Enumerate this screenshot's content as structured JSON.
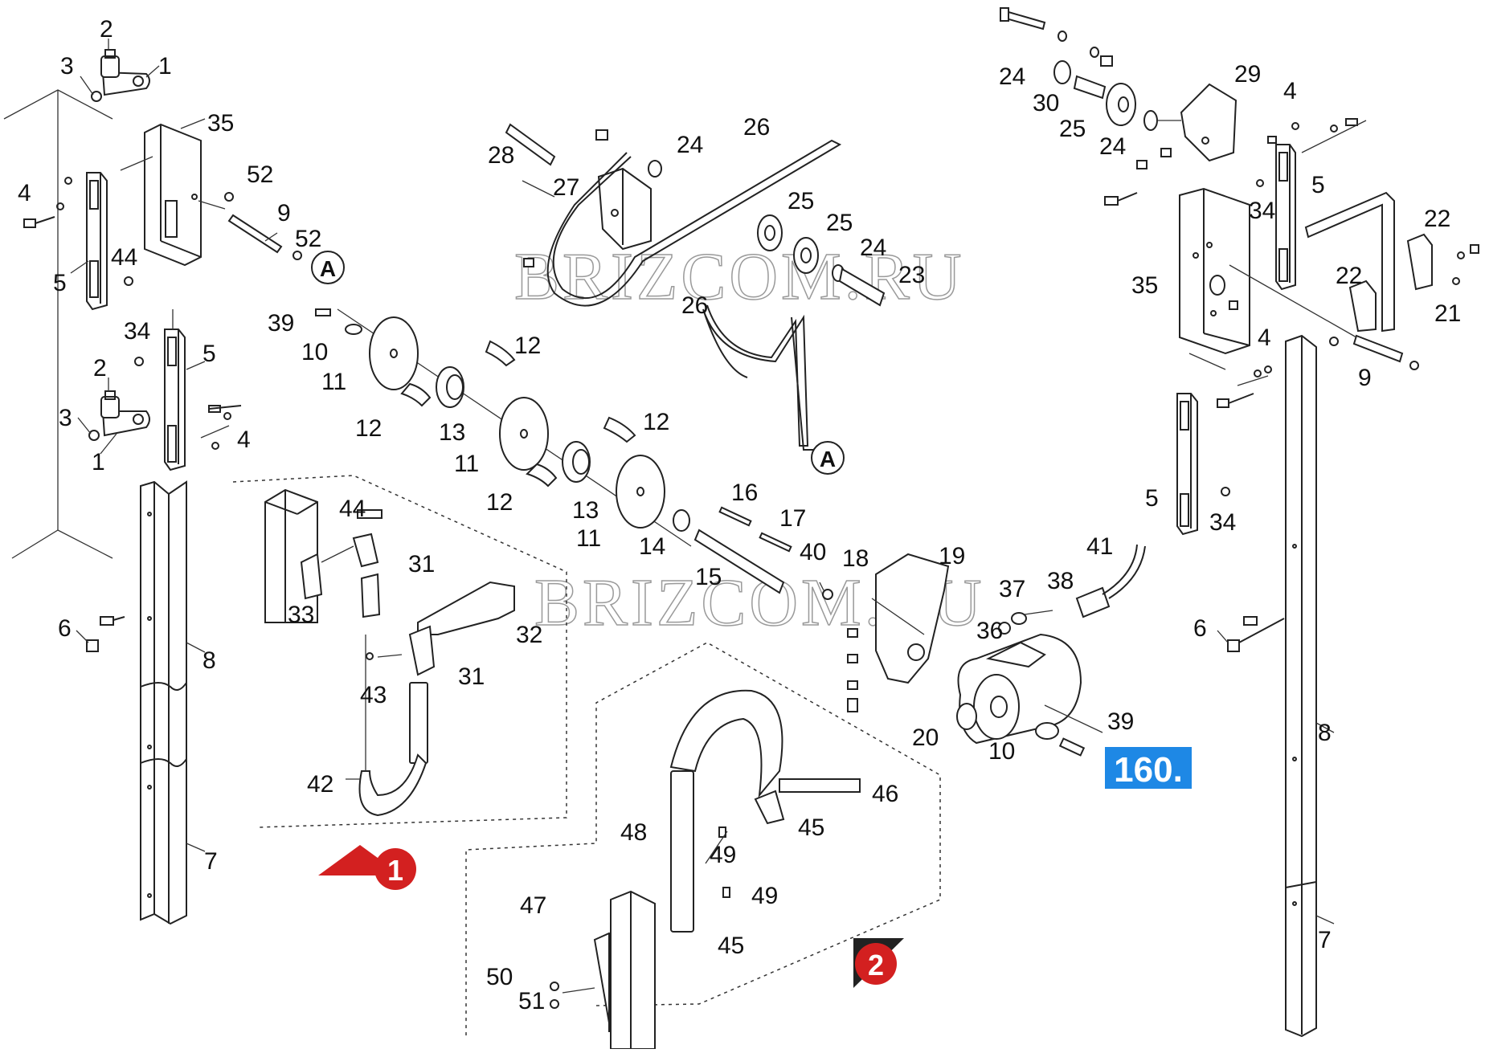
{
  "watermark": "BRIZCOM.RU",
  "page_badge": "160.",
  "detail_callouts": {
    "detail_1": "1",
    "detail_2": "2"
  },
  "circle_refs": {
    "ref_a": "A"
  },
  "colors": {
    "badge": "#1e88e5",
    "callout_red": "#d32020"
  },
  "part_labels": [
    {
      "id": "l01",
      "text": "2"
    },
    {
      "id": "l02",
      "text": "3"
    },
    {
      "id": "l03",
      "text": "1"
    },
    {
      "id": "l04",
      "text": "35"
    },
    {
      "id": "l05",
      "text": "4"
    },
    {
      "id": "l06",
      "text": "52"
    },
    {
      "id": "l07",
      "text": "9"
    },
    {
      "id": "l08",
      "text": "52"
    },
    {
      "id": "l09",
      "text": "44"
    },
    {
      "id": "l10",
      "text": "5"
    },
    {
      "id": "l11",
      "text": "34"
    },
    {
      "id": "l12",
      "text": "5"
    },
    {
      "id": "l13",
      "text": "2"
    },
    {
      "id": "l14",
      "text": "3"
    },
    {
      "id": "l15",
      "text": "4"
    },
    {
      "id": "l16",
      "text": "1"
    },
    {
      "id": "l17",
      "text": "6"
    },
    {
      "id": "l18",
      "text": "8"
    },
    {
      "id": "l19",
      "text": "7"
    },
    {
      "id": "l20",
      "text": "39"
    },
    {
      "id": "l21",
      "text": "10"
    },
    {
      "id": "l22",
      "text": "11"
    },
    {
      "id": "l23",
      "text": "12"
    },
    {
      "id": "l24",
      "text": "12"
    },
    {
      "id": "l25",
      "text": "13"
    },
    {
      "id": "l26",
      "text": "11"
    },
    {
      "id": "l27",
      "text": "12"
    },
    {
      "id": "l28",
      "text": "12"
    },
    {
      "id": "l29",
      "text": "13"
    },
    {
      "id": "l30",
      "text": "11"
    },
    {
      "id": "l31",
      "text": "14"
    },
    {
      "id": "l32",
      "text": "28"
    },
    {
      "id": "l33",
      "text": "27"
    },
    {
      "id": "l34",
      "text": "24"
    },
    {
      "id": "l35",
      "text": "26"
    },
    {
      "id": "l36",
      "text": "25"
    },
    {
      "id": "l37",
      "text": "25"
    },
    {
      "id": "l38",
      "text": "24"
    },
    {
      "id": "l39",
      "text": "23"
    },
    {
      "id": "l40",
      "text": "26"
    },
    {
      "id": "l41",
      "text": "16"
    },
    {
      "id": "l42",
      "text": "17"
    },
    {
      "id": "l43",
      "text": "15"
    },
    {
      "id": "l44",
      "text": "40"
    },
    {
      "id": "l45",
      "text": "18"
    },
    {
      "id": "l46",
      "text": "19"
    },
    {
      "id": "l47",
      "text": "41"
    },
    {
      "id": "l48",
      "text": "37"
    },
    {
      "id": "l49",
      "text": "38"
    },
    {
      "id": "l50",
      "text": "36"
    },
    {
      "id": "l51",
      "text": "20"
    },
    {
      "id": "l52",
      "text": "10"
    },
    {
      "id": "l53",
      "text": "39"
    },
    {
      "id": "l54",
      "text": "44"
    },
    {
      "id": "l55",
      "text": "31"
    },
    {
      "id": "l56",
      "text": "33"
    },
    {
      "id": "l57",
      "text": "32"
    },
    {
      "id": "l58",
      "text": "31"
    },
    {
      "id": "l59",
      "text": "43"
    },
    {
      "id": "l60",
      "text": "42"
    },
    {
      "id": "l61",
      "text": "46"
    },
    {
      "id": "l62",
      "text": "48"
    },
    {
      "id": "l63",
      "text": "45"
    },
    {
      "id": "l64",
      "text": "49"
    },
    {
      "id": "l65",
      "text": "49"
    },
    {
      "id": "l66",
      "text": "47"
    },
    {
      "id": "l67",
      "text": "45"
    },
    {
      "id": "l68",
      "text": "50"
    },
    {
      "id": "l69",
      "text": "51"
    },
    {
      "id": "l70",
      "text": "24"
    },
    {
      "id": "l71",
      "text": "30"
    },
    {
      "id": "l72",
      "text": "25"
    },
    {
      "id": "l73",
      "text": "24"
    },
    {
      "id": "l74",
      "text": "29"
    },
    {
      "id": "l75",
      "text": "4"
    },
    {
      "id": "l76",
      "text": "5"
    },
    {
      "id": "l77",
      "text": "34"
    },
    {
      "id": "l78",
      "text": "22"
    },
    {
      "id": "l79",
      "text": "35"
    },
    {
      "id": "l80",
      "text": "22"
    },
    {
      "id": "l81",
      "text": "21"
    },
    {
      "id": "l82",
      "text": "4"
    },
    {
      "id": "l83",
      "text": "9"
    },
    {
      "id": "l84",
      "text": "5"
    },
    {
      "id": "l85",
      "text": "34"
    },
    {
      "id": "l86",
      "text": "6"
    },
    {
      "id": "l87",
      "text": "8"
    },
    {
      "id": "l88",
      "text": "7"
    }
  ]
}
